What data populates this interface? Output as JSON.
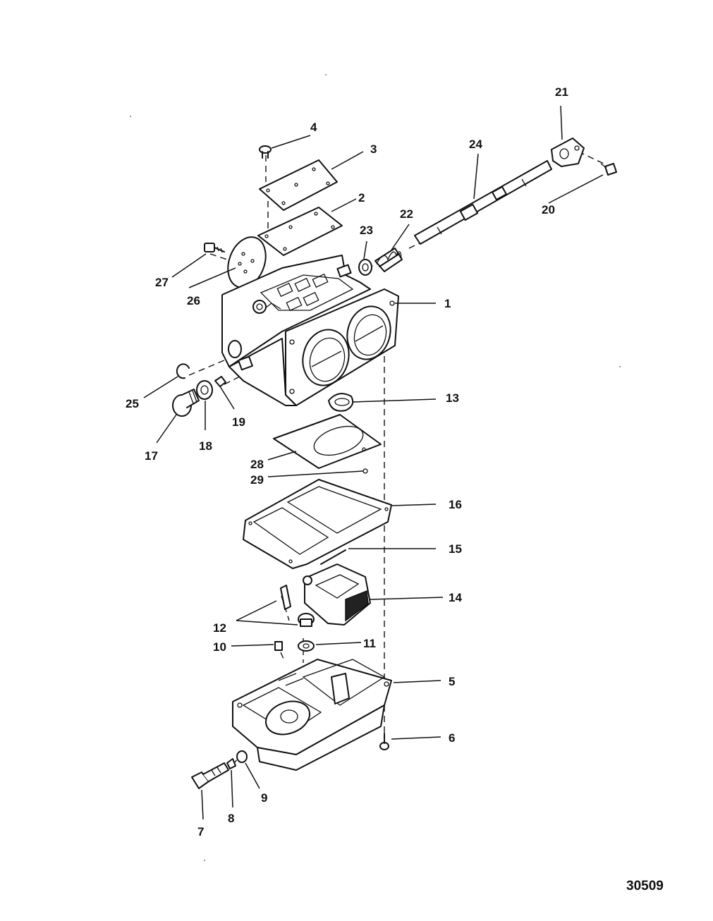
{
  "diagram": {
    "reference_number": "30509",
    "callouts": [
      {
        "id": "c1",
        "label": "1"
      },
      {
        "id": "c2",
        "label": "2"
      },
      {
        "id": "c3",
        "label": "3"
      },
      {
        "id": "c4",
        "label": "4"
      },
      {
        "id": "c5",
        "label": "5"
      },
      {
        "id": "c6",
        "label": "6"
      },
      {
        "id": "c7",
        "label": "7"
      },
      {
        "id": "c8",
        "label": "8"
      },
      {
        "id": "c9",
        "label": "9"
      },
      {
        "id": "c10",
        "label": "10"
      },
      {
        "id": "c11",
        "label": "11"
      },
      {
        "id": "c12",
        "label": "12"
      },
      {
        "id": "c13",
        "label": "13"
      },
      {
        "id": "c14",
        "label": "14"
      },
      {
        "id": "c15",
        "label": "15"
      },
      {
        "id": "c16",
        "label": "16"
      },
      {
        "id": "c17",
        "label": "17"
      },
      {
        "id": "c18",
        "label": "18"
      },
      {
        "id": "c19",
        "label": "19"
      },
      {
        "id": "c20",
        "label": "20"
      },
      {
        "id": "c21",
        "label": "21"
      },
      {
        "id": "c22",
        "label": "22"
      },
      {
        "id": "c23",
        "label": "23"
      },
      {
        "id": "c24",
        "label": "24"
      },
      {
        "id": "c25",
        "label": "25"
      },
      {
        "id": "c26",
        "label": "26"
      },
      {
        "id": "c27",
        "label": "27"
      },
      {
        "id": "c28",
        "label": "28"
      },
      {
        "id": "c29",
        "label": "29"
      }
    ]
  }
}
